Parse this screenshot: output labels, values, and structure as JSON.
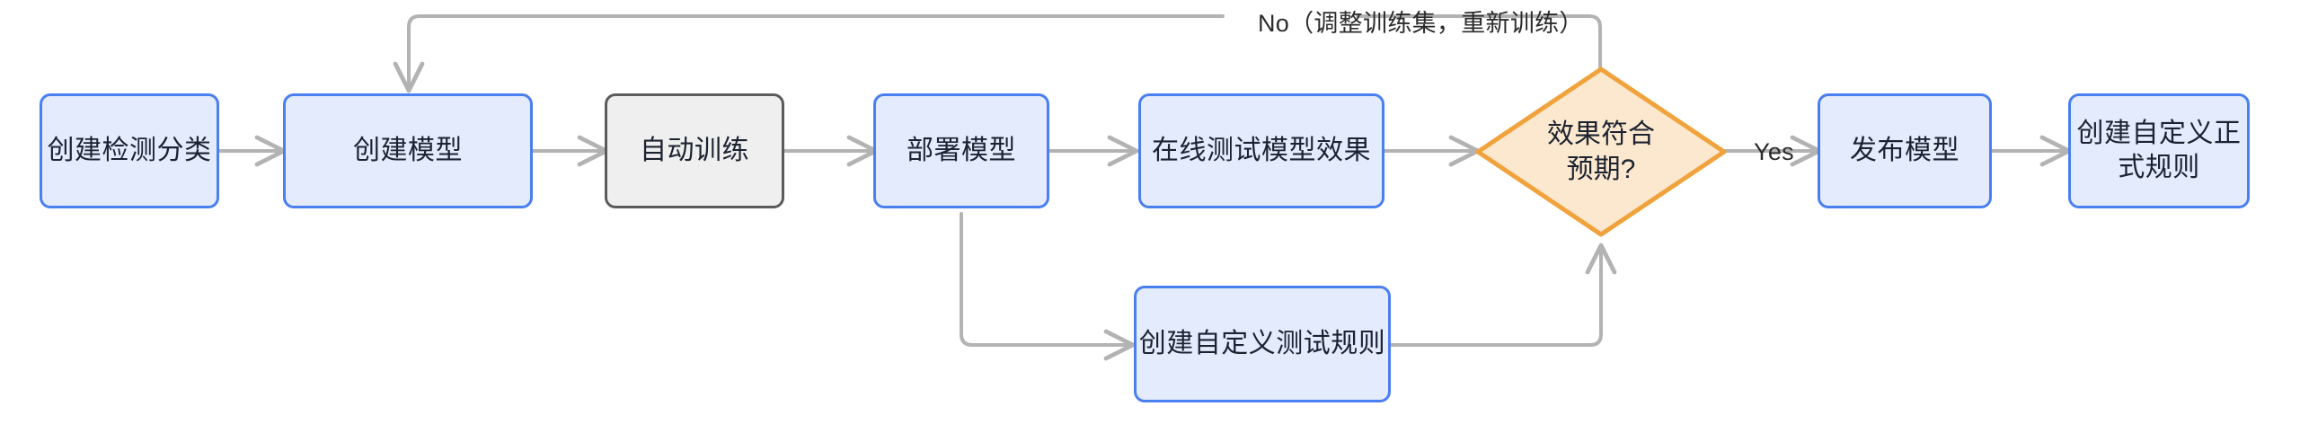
{
  "diagram": {
    "type": "flowchart",
    "orientation": "left-to-right",
    "colors": {
      "process_border": "#4a7ff0",
      "process_fill": "#e3ebfd",
      "alt_process_border": "#5b5b5b",
      "alt_process_fill": "#efefef",
      "decision_border": "#f0a33c",
      "decision_fill": "#fce8cf",
      "edge": "#b3b3b3",
      "text": "#1c2330",
      "background": "#ffffff"
    },
    "nodes": [
      {
        "id": "create-detection-category",
        "label": "创建检测分类",
        "shape": "rounded-rect",
        "style": "process"
      },
      {
        "id": "create-model",
        "label": "创建模型",
        "shape": "rounded-rect",
        "style": "process"
      },
      {
        "id": "auto-train",
        "label": "自动训练",
        "shape": "rounded-rect",
        "style": "alt-process"
      },
      {
        "id": "deploy-model",
        "label": "部署模型",
        "shape": "rounded-rect",
        "style": "process"
      },
      {
        "id": "online-test-model-effect",
        "label": "在线测试模型效果",
        "shape": "rounded-rect",
        "style": "process"
      },
      {
        "id": "effect-meets-expectation",
        "label": "效果符合\n预期?",
        "shape": "diamond",
        "style": "decision"
      },
      {
        "id": "publish-model",
        "label": "发布模型",
        "shape": "rounded-rect",
        "style": "process"
      },
      {
        "id": "create-custom-formal-rule",
        "label": "创建自定义正\n式规则",
        "shape": "rounded-rect",
        "style": "process"
      },
      {
        "id": "create-custom-test-rule",
        "label": "创建自定义测试规则",
        "shape": "rounded-rect",
        "style": "process"
      }
    ],
    "edge_labels": {
      "no_retrain": "No（调整训练集，重新训练）",
      "yes": "Yes"
    },
    "edges": [
      {
        "from": "create-detection-category",
        "to": "create-model",
        "label": ""
      },
      {
        "from": "create-model",
        "to": "auto-train",
        "label": ""
      },
      {
        "from": "auto-train",
        "to": "deploy-model",
        "label": ""
      },
      {
        "from": "deploy-model",
        "to": "online-test-model-effect",
        "label": ""
      },
      {
        "from": "online-test-model-effect",
        "to": "effect-meets-expectation",
        "label": ""
      },
      {
        "from": "effect-meets-expectation",
        "to": "publish-model",
        "label": "Yes"
      },
      {
        "from": "publish-model",
        "to": "create-custom-formal-rule",
        "label": ""
      },
      {
        "from": "effect-meets-expectation",
        "to": "create-model",
        "label": "No（调整训练集，重新训练）"
      },
      {
        "from": "deploy-model",
        "to": "create-custom-test-rule",
        "label": ""
      },
      {
        "from": "create-custom-test-rule",
        "to": "effect-meets-expectation",
        "label": ""
      }
    ]
  }
}
